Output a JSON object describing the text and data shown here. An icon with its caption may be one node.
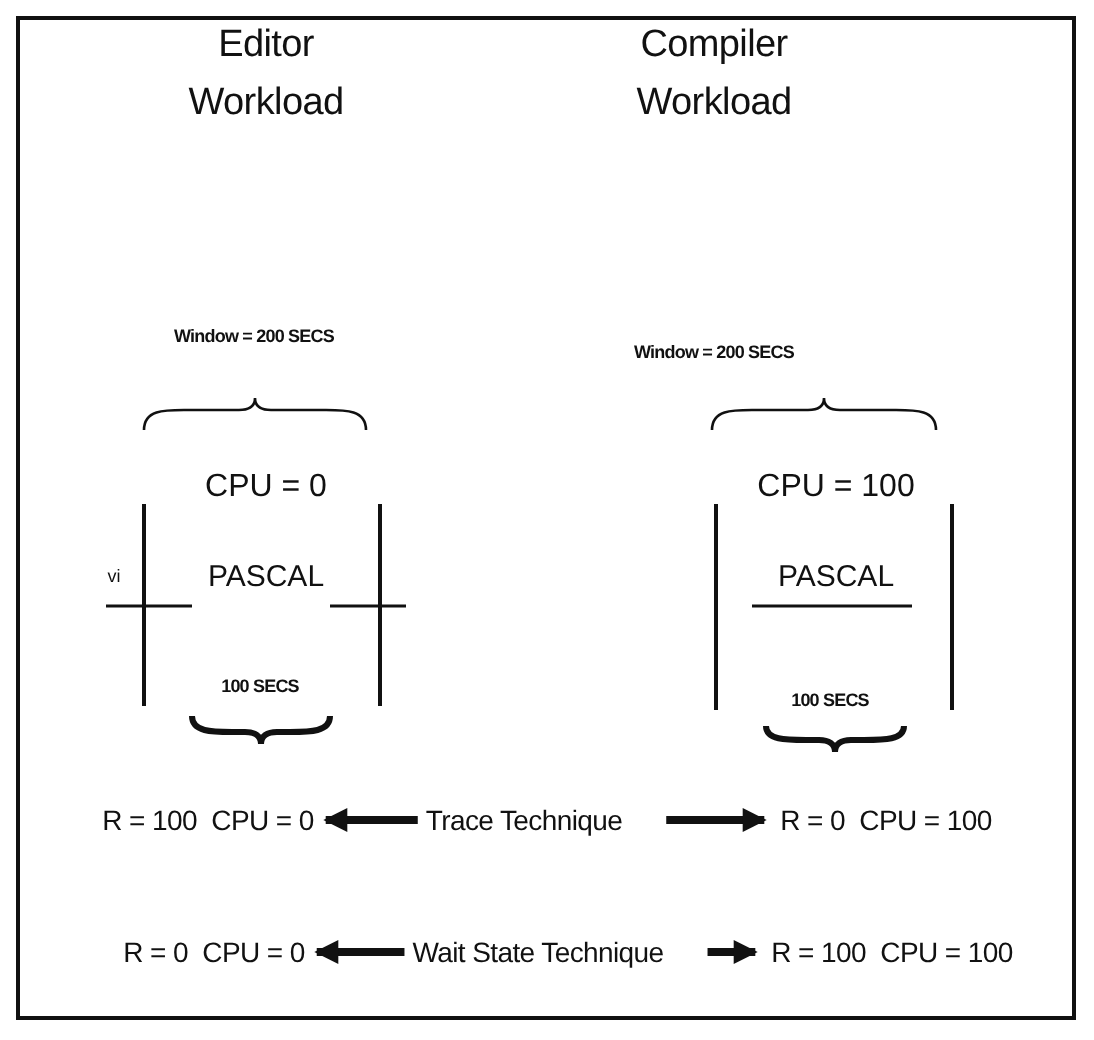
{
  "diagram": {
    "nodes": [
      {
        "text": [
          "R = 100  CPU = 0"
        ]
      },
      {
        "text": [
          "Trace Technique"
        ]
      },
      {
        "text": [
          "R = 0  CPU = 100"
        ]
      },
      {
        "text": [
          "R = 0  CPU = 0"
        ]
      },
      {
        "text": [
          "Wait State Technique"
        ]
      },
      {
        "text": [
          "R = 100  CPU = 100"
        ]
      }
    ],
    "edges": [
      {
        "from": 1,
        "to": 0,
        "arrow": "to"
      },
      {
        "from": 1,
        "to": 2,
        "arrow": "to"
      },
      {
        "from": 4,
        "to": 3,
        "arrow": "to"
      },
      {
        "from": 4,
        "to": 5,
        "arrow": "to"
      }
    ],
    "labels": [
      "Editor Workload",
      "Compiler Workload",
      "Window = 200 SECS",
      "Window = 200 SECS",
      "CPU = 0",
      "CPU = 100",
      "vi",
      "PASCAL",
      "PASCAL",
      "100 SECS",
      "100 SECS"
    ]
  }
}
